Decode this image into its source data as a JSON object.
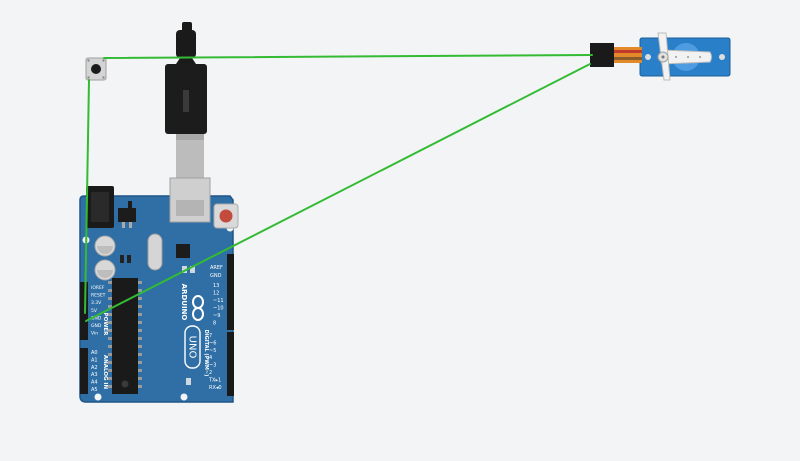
{
  "board": {
    "logo_text": "ARDUINO",
    "model_text": "UNO",
    "aref": "AREF",
    "gnd": "GND",
    "power_group": "POWER",
    "analog_group": "ANALOG IN",
    "digital_group": "DIGITAL (PWM~)",
    "tx_label": "TX",
    "rx_label": "RX",
    "power_pins": [
      "IOREF",
      "RESET",
      "3.3V",
      "5V",
      "GND",
      "GND",
      "Vin"
    ],
    "analog_pins": [
      "A0",
      "A1",
      "A2",
      "A3",
      "A4",
      "A5"
    ],
    "digital_top": [
      "13",
      "12",
      "~11",
      "~10",
      "~9",
      "8"
    ],
    "digital_bottom": [
      "7",
      "~6",
      "~5",
      "4",
      "~3",
      "2",
      "TX▸1",
      "RX◂0"
    ]
  },
  "colors": {
    "background": "#f3f4f6",
    "board": "#2f6fa6",
    "board_edge": "#1f5585",
    "wire": "#33bb33",
    "servo_body": "#2a7fc9",
    "header": "#1a1a1a"
  }
}
